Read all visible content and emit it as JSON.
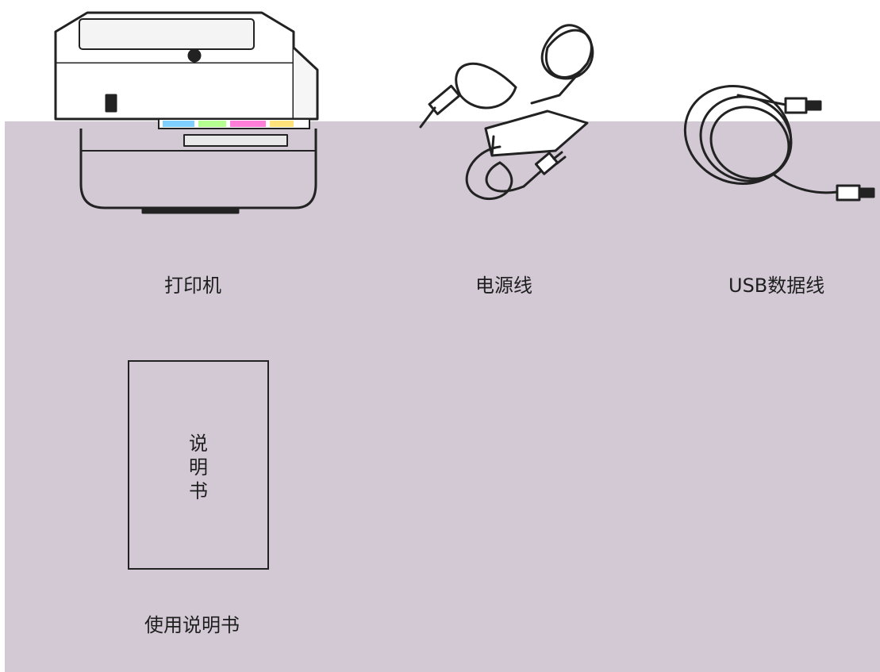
{
  "items": [
    {
      "label": "打印机"
    },
    {
      "label": "电源线"
    },
    {
      "label": "USB数据线"
    },
    {
      "label": "使用说明书"
    }
  ],
  "manual_cover": {
    "text": "说明书"
  },
  "colors": {
    "panel": "#d2c9d5",
    "line": "#222222"
  }
}
